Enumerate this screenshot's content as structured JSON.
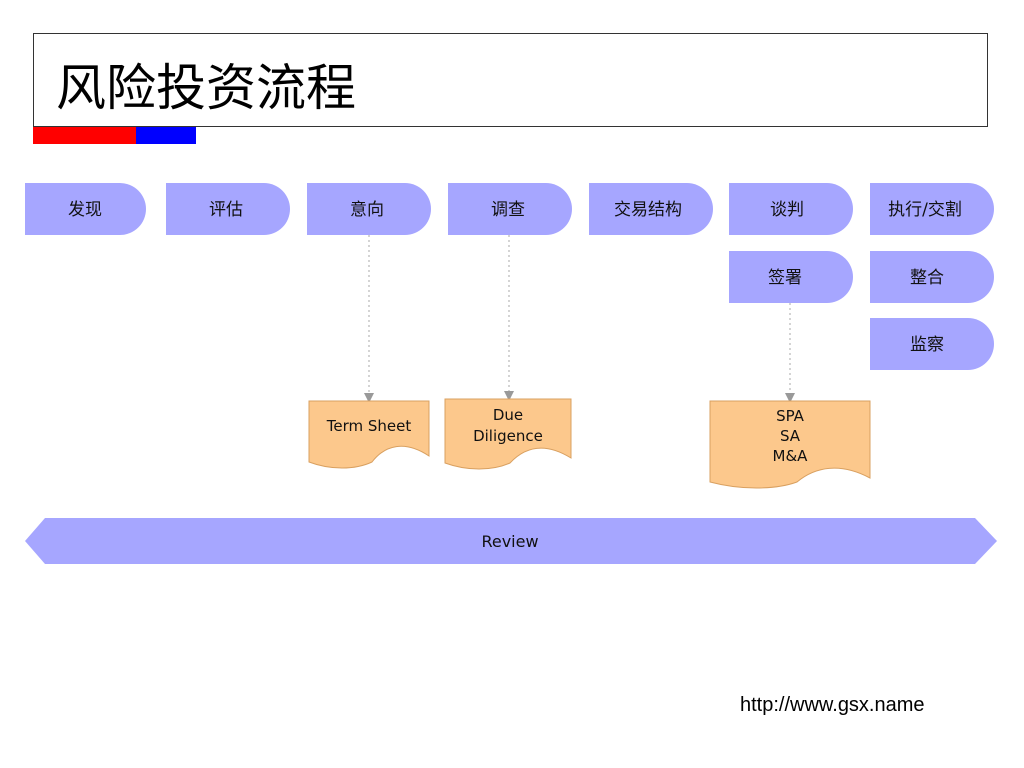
{
  "title": "风险投资流程",
  "steps": [
    "发现",
    "评估",
    "意向",
    "调查",
    "交易结构",
    "谈判",
    "执行/交割"
  ],
  "sub_steps": [
    "签署",
    "整合",
    "监察"
  ],
  "documents": {
    "term_sheet": [
      "Term Sheet"
    ],
    "due_diligence": [
      "Due",
      "Diligence"
    ],
    "spa": [
      "SPA",
      "SA",
      "M&A"
    ]
  },
  "review": "Review",
  "footer_url": "http://www.gsx.name",
  "colors": {
    "step_fill": "#a6a6ff",
    "doc_fill": "#fcc88c",
    "title_red": "#ff0000",
    "title_blue": "#0000ff"
  }
}
